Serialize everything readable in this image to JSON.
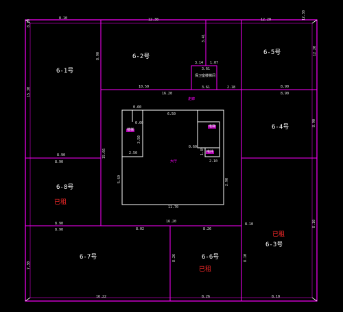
{
  "colors": {
    "background": "#000000",
    "frame": "#ff00ff",
    "wall": "#ffffff",
    "rented": "#ff2a2a"
  },
  "rooms": {
    "r61": "6-1号",
    "r62": "6-2号",
    "r63": "6-3号",
    "r64": "6-4号",
    "r65": "6-5号",
    "r66": "6-6号",
    "r67": "6-7号",
    "r68": "6-8号"
  },
  "status": {
    "rented": "已租"
  },
  "zones": {
    "corridor": "走廊",
    "hall": "大厅",
    "stair": "楼梯",
    "elevator": "电梯",
    "pipe": "电井",
    "security": "保卫室楼梯间"
  },
  "dims": {
    "top_left": "8.10",
    "top_mid": "12.38",
    "top_right": "12.20",
    "mid_5": "3.14",
    "mid_6": "1.07",
    "mid_7": "3.61",
    "mid_8": "3.61",
    "mid_9": "2.18",
    "left_10": "10.50",
    "left_11": "16.20",
    "right_12": "8.90",
    "right_13": "8.90",
    "inner_14": "6.50",
    "inner_15": "0.60",
    "inner_16": "0.60",
    "inner_17": "2.50",
    "inner_18": "0.60",
    "inner_19": "2.10",
    "inner_20": "11.70",
    "left_21": "8.90",
    "left_22": "8.90",
    "left_23": "8.90",
    "left_24": "8.90",
    "mid_25": "16.20",
    "mid_26": "8.02",
    "right_27": "8.26",
    "right_28": "8.10",
    "bottom_left": "16.22",
    "bottom_mid": "8.26",
    "bottom_right": "8.10",
    "v_1": "8.10",
    "v_2": "12.38",
    "v_3": "3.41",
    "v_4": "12.20",
    "v_5": "15.30",
    "v_6": "8.90",
    "v_7": "15.66",
    "v_8": "8.90",
    "v_9": "5.69",
    "v_10": "7.30",
    "v_11": "8.26",
    "v_12": "8.10",
    "v_13": "3.50",
    "v_14": "1.89",
    "v_15": "2.90",
    "v_16": "8.10"
  }
}
